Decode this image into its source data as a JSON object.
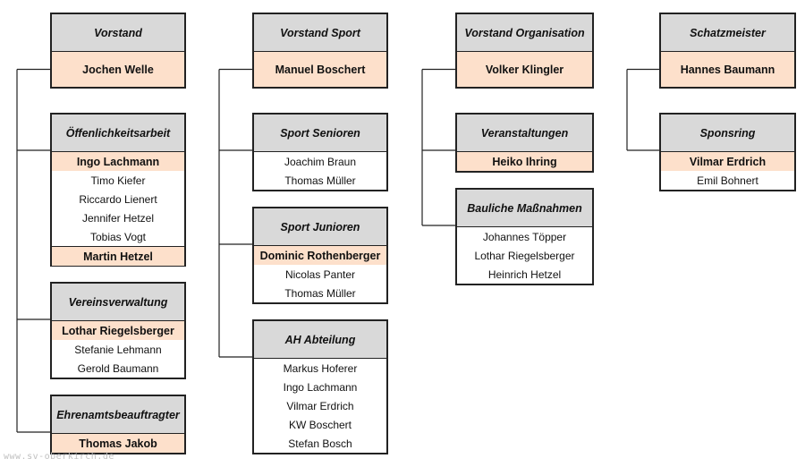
{
  "columns": [
    {
      "top": {
        "title": "Vorstand",
        "person": "Jochen Welle"
      },
      "groups": [
        {
          "title": "Öffenlichkeitsarbeit",
          "members": [
            {
              "name": "Ingo Lachmann",
              "lead": true
            },
            {
              "name": "Timo Kiefer"
            },
            {
              "name": "Riccardo Lienert"
            },
            {
              "name": "Jennifer Hetzel"
            },
            {
              "name": "Tobias Vogt"
            },
            {
              "name": "Martin Hetzel",
              "lead": true
            }
          ]
        },
        {
          "title": "Vereinsverwaltung",
          "members": [
            {
              "name": "Lothar Riegelsberger",
              "lead": true
            },
            {
              "name": "Stefanie Lehmann"
            },
            {
              "name": "Gerold Baumann"
            }
          ]
        },
        {
          "title": "Ehrenamtsbeauftragter",
          "members": [
            {
              "name": "Thomas Jakob",
              "lead": true
            }
          ]
        }
      ]
    },
    {
      "top": {
        "title": "Vorstand Sport",
        "person": "Manuel Boschert"
      },
      "groups": [
        {
          "title": "Sport Senioren",
          "members": [
            {
              "name": "Joachim Braun"
            },
            {
              "name": "Thomas Müller"
            }
          ]
        },
        {
          "title": "Sport Junioren",
          "members": [
            {
              "name": "Dominic Rothenberger",
              "lead": true
            },
            {
              "name": "Nicolas Panter"
            },
            {
              "name": "Thomas Müller"
            }
          ]
        },
        {
          "title": "AH Abteilung",
          "members": [
            {
              "name": "Markus Hoferer"
            },
            {
              "name": "Ingo Lachmann"
            },
            {
              "name": "Vilmar Erdrich"
            },
            {
              "name": "KW Boschert"
            },
            {
              "name": "Stefan Bosch"
            }
          ]
        }
      ]
    },
    {
      "top": {
        "title": "Vorstand Organisation",
        "person": "Volker Klingler"
      },
      "groups": [
        {
          "title": "Veranstaltungen",
          "members": [
            {
              "name": "Heiko Ihring",
              "lead": true
            }
          ]
        },
        {
          "title": "Bauliche Maßnahmen",
          "members": [
            {
              "name": "Johannes Töpper"
            },
            {
              "name": "Lothar Riegelsberger"
            },
            {
              "name": "Heinrich Hetzel"
            }
          ]
        }
      ]
    },
    {
      "top": {
        "title": "Schatzmeister",
        "person": "Hannes Baumann"
      },
      "groups": [
        {
          "title": "Sponsring",
          "members": [
            {
              "name": "Vilmar Erdrich",
              "lead": true
            },
            {
              "name": "Emil Bohnert"
            }
          ]
        }
      ]
    }
  ],
  "watermark": "www.sv-oberkirch.de",
  "colors": {
    "header": "#d9d9d9",
    "lead": "#fde0cb",
    "line": "#222222"
  }
}
